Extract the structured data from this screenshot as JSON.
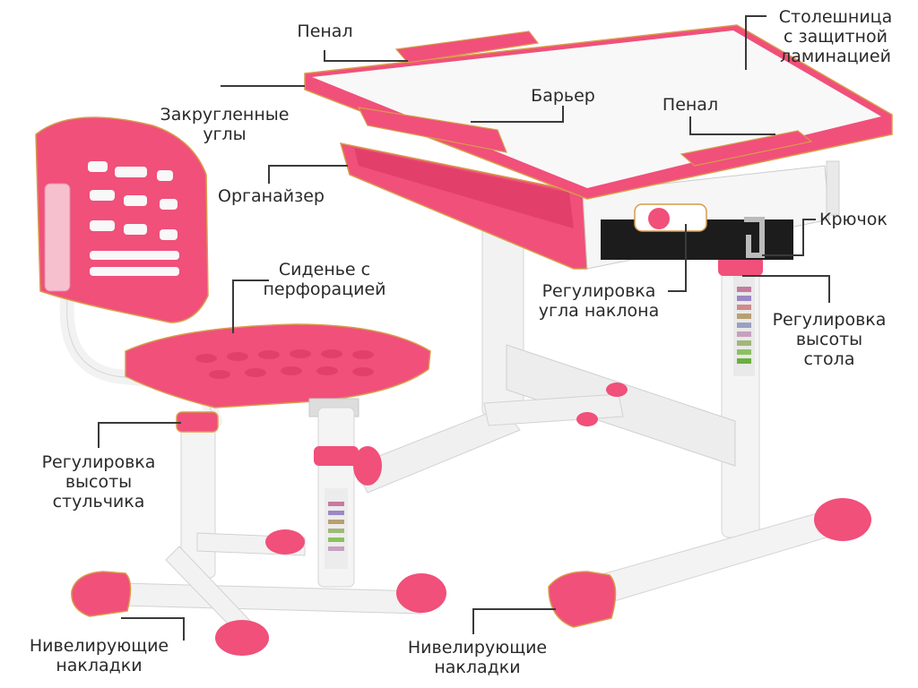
{
  "colors": {
    "pink": "#f0507a",
    "pink_light": "#f7a3bb",
    "outline": "#d99a4a",
    "frame": "#eeeeee",
    "leader": "#3a3a3a"
  },
  "labels": {
    "pencil_case_top": "Пенал",
    "tabletop": [
      "Столешница",
      "с защитной",
      "ламинацией"
    ],
    "rounded_corners": [
      "Закругленные",
      "углы"
    ],
    "barrier": "Барьер",
    "pencil_case_right": "Пенал",
    "organizer": "Органайзер",
    "hook": "Крючок",
    "seat": [
      "Сиденье с",
      "перфорацией"
    ],
    "tilt_adjust": [
      "Регулировка",
      "угла наклона"
    ],
    "desk_height": [
      "Регулировка",
      "высоты",
      "стола"
    ],
    "chair_height": [
      "Регулировка",
      "высоты",
      "стульчика"
    ],
    "leveling_left": [
      "Нивелирующие",
      "накладки"
    ],
    "leveling_right": [
      "Нивелирующие",
      "накладки"
    ]
  }
}
